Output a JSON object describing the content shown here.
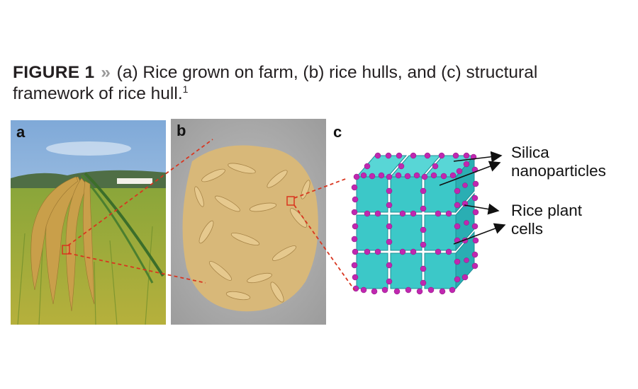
{
  "caption": {
    "label": "FIGURE 1",
    "separator": "»",
    "text": "(a) Rice grown on farm, (b) rice hulls, and (c) structural framework of rice hull.",
    "footnote_marker": "1"
  },
  "panels": {
    "a": {
      "letter": "a"
    },
    "b": {
      "letter": "b"
    },
    "c": {
      "letter": "c"
    }
  },
  "callouts": {
    "silica": {
      "line1": "Silica",
      "line2": "nanoparticles"
    },
    "cells": {
      "line1": "Rice plant",
      "line2": "cells"
    }
  },
  "colors": {
    "leader_dashes": "#d9351f",
    "silica_particles": "#c027b0",
    "plant_cells": "#3cc8c8",
    "caption_chevron": "#9a9a9a"
  }
}
